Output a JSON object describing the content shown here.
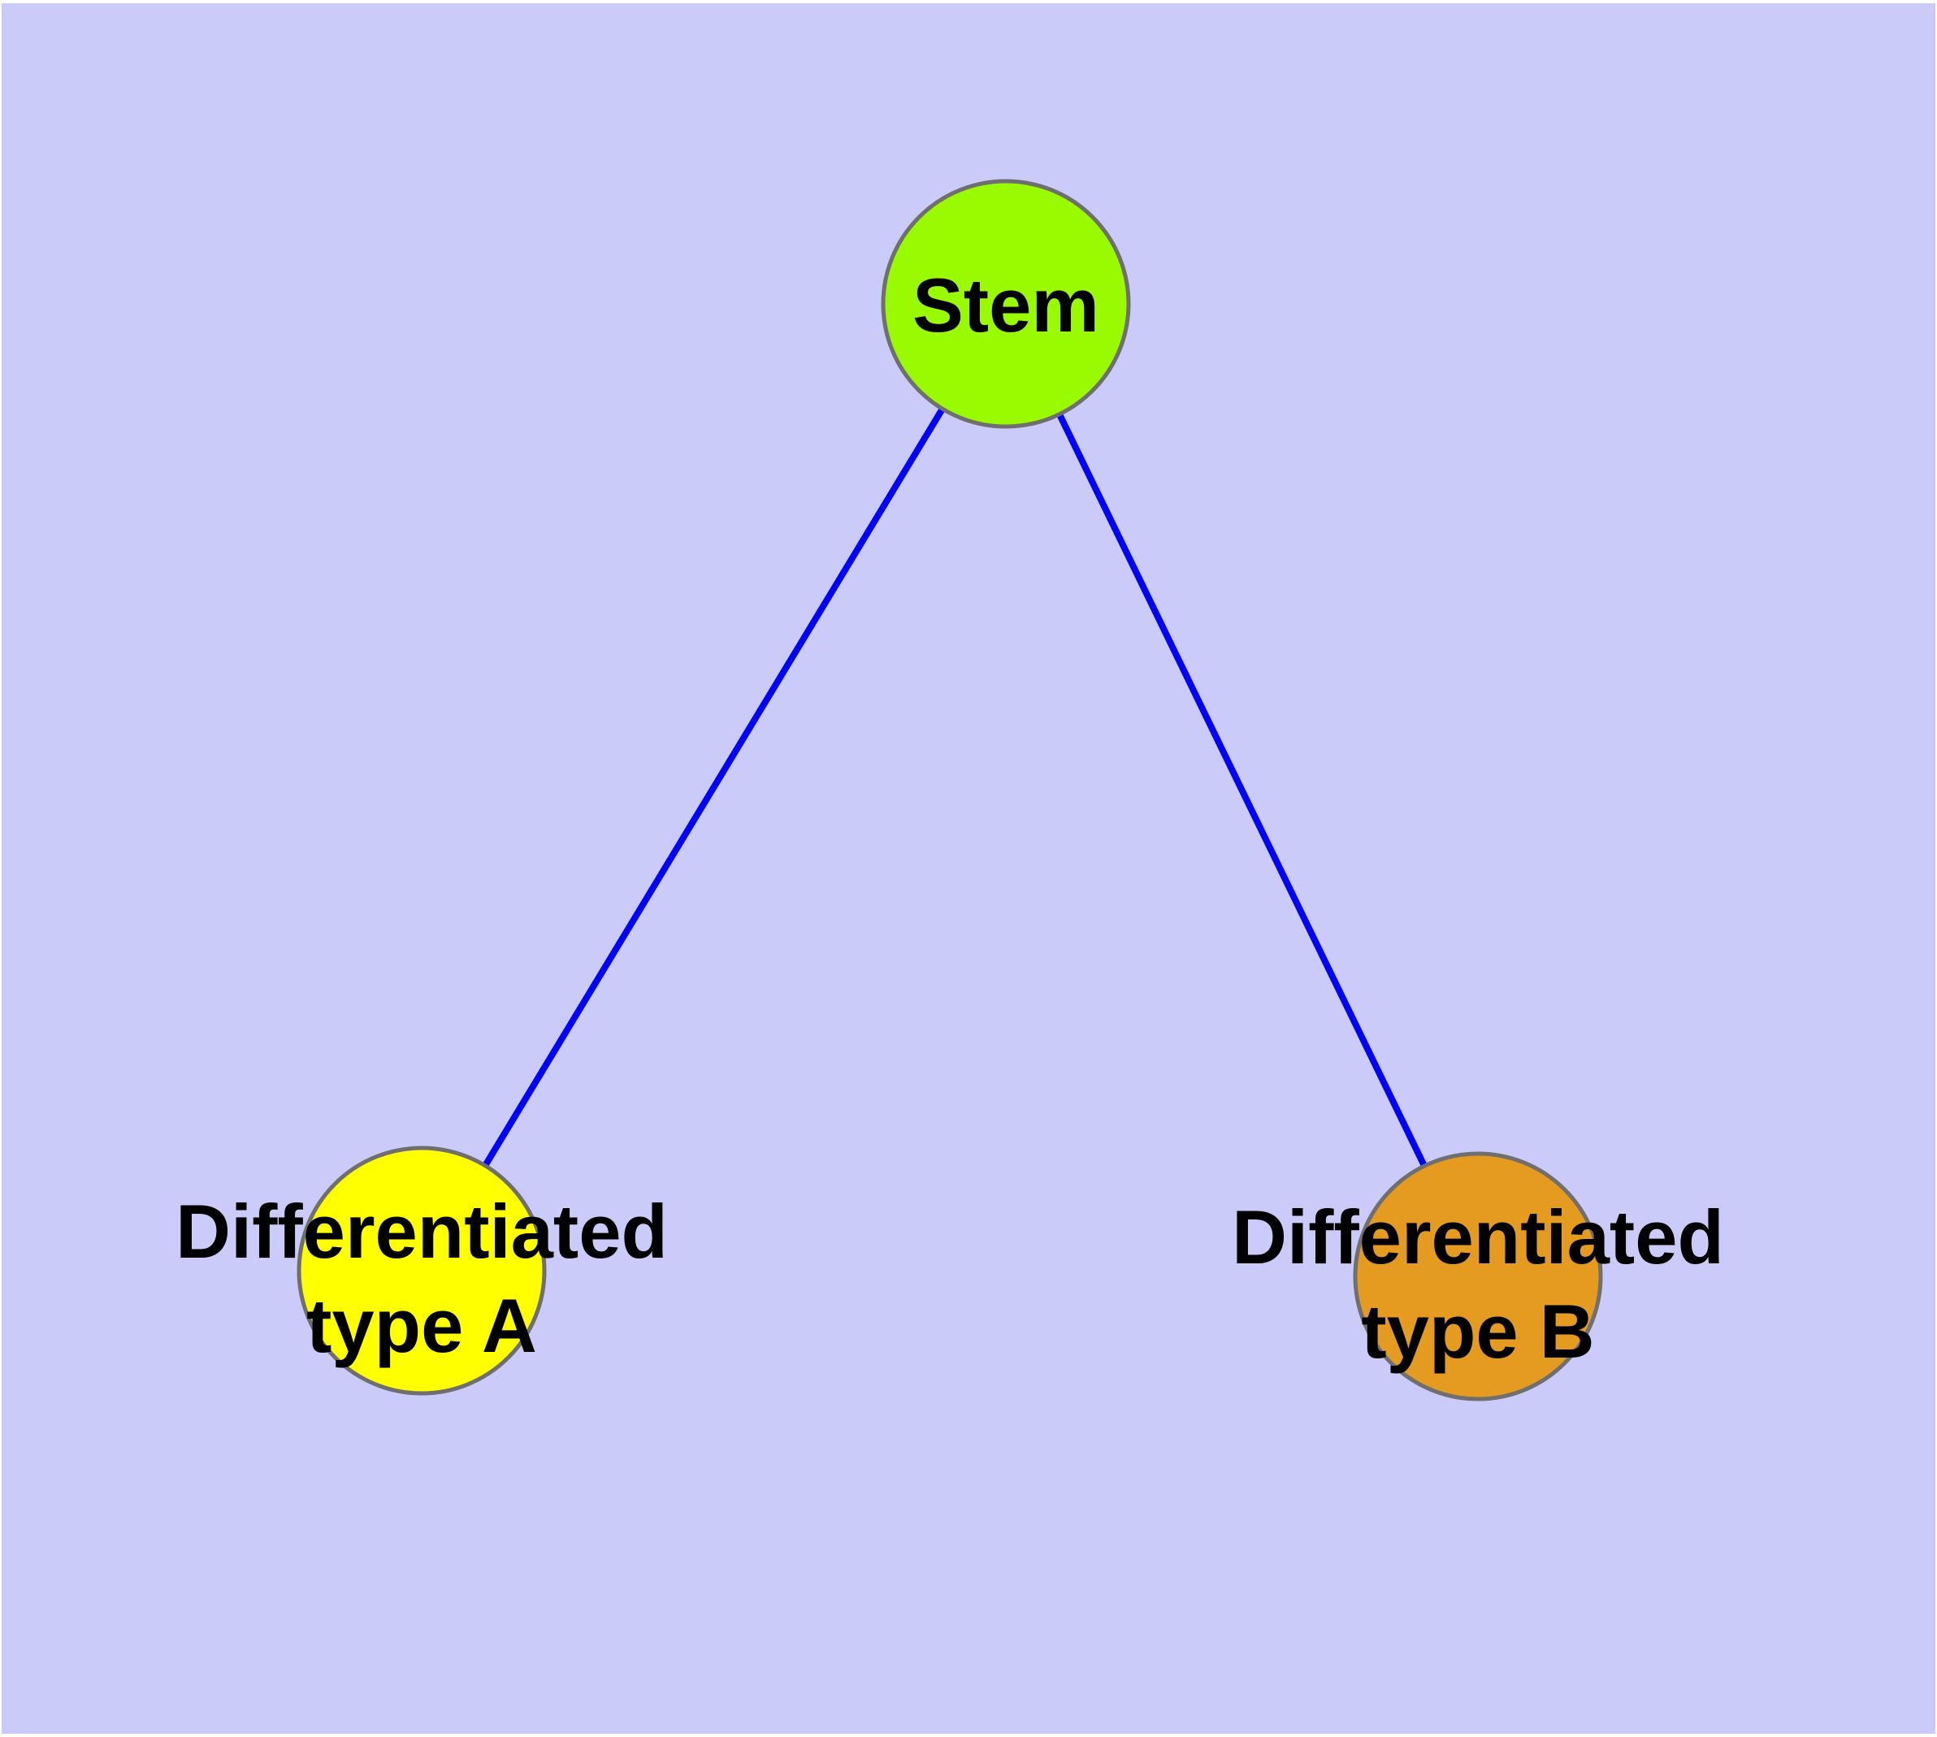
{
  "diagram": {
    "type": "node-link-graph",
    "background_color": "#CBCBFA",
    "frame_color": "#FFFFFF",
    "edge_color": "#0000FC",
    "node_border_color": "#6F6F6F",
    "label_color": "#000000",
    "nodes": [
      {
        "id": "stem",
        "label": "Stem",
        "lines": {
          "line1": "Stem"
        },
        "fill": "#9AFA00"
      },
      {
        "id": "differentiated-type-a",
        "label": "Differentiated type A",
        "lines": {
          "line1": "Differentiated",
          "line2": "type A"
        },
        "fill": "#FFFF00"
      },
      {
        "id": "differentiated-type-b",
        "label": "Differentiated type B",
        "lines": {
          "line1": "Differentiated",
          "line2": "type B"
        },
        "fill": "#E49B20"
      }
    ],
    "edges": [
      {
        "id": "stem-to-type-a",
        "from": "Stem",
        "to": "Differentiated type A"
      },
      {
        "id": "stem-to-type-b",
        "from": "Stem",
        "to": "Differentiated type B"
      }
    ]
  }
}
